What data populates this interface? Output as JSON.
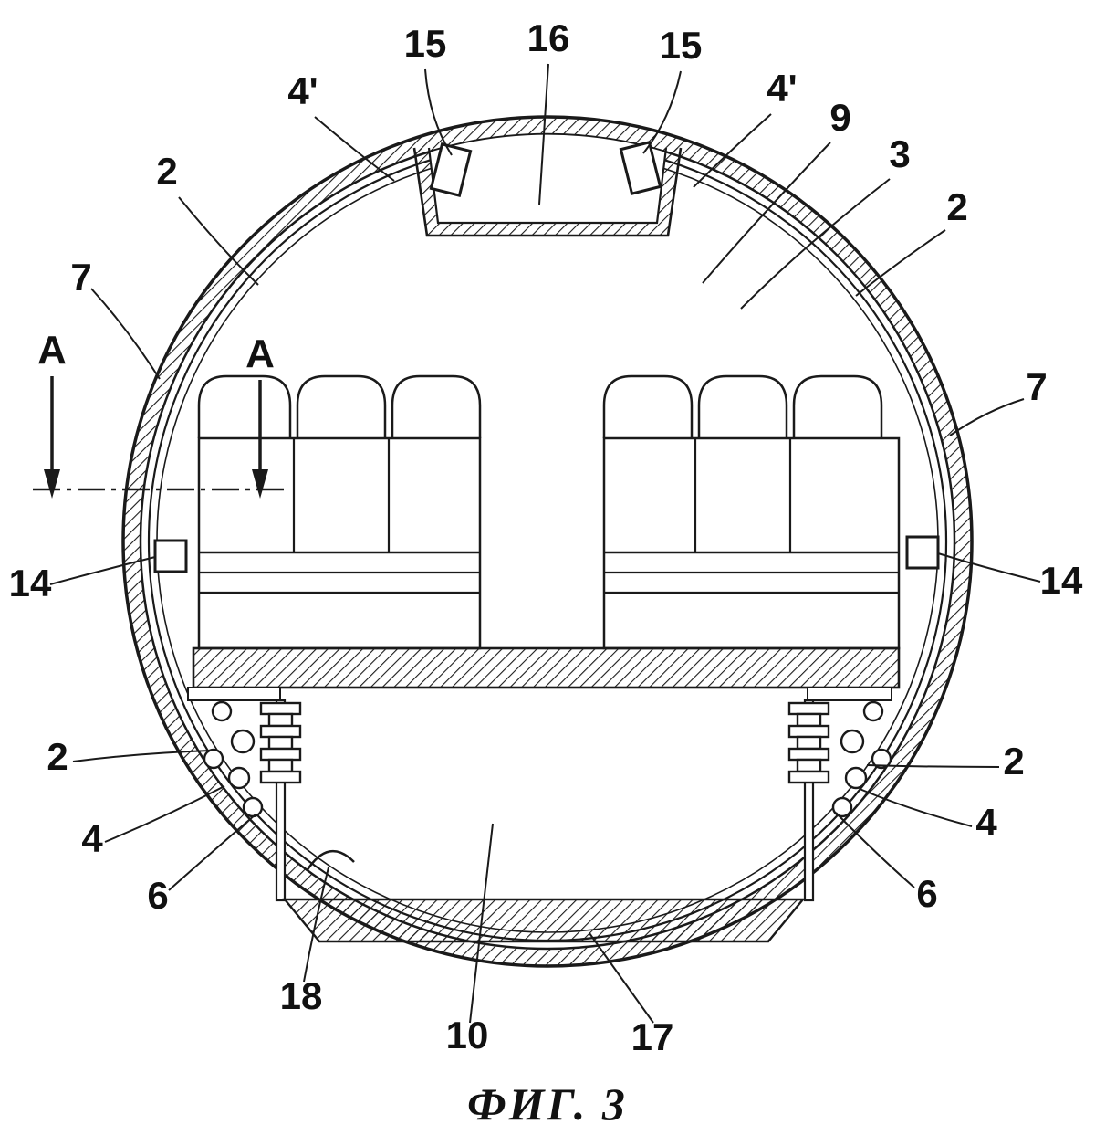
{
  "figure": {
    "caption": "ФИГ. 3"
  },
  "labels": {
    "ref_15_left": "15",
    "ref_16": "16",
    "ref_15_right": "15",
    "ref_4p_left": "4'",
    "ref_4p_right": "4'",
    "ref_9": "9",
    "ref_3": "3",
    "ref_2_top_left": "2",
    "ref_2_top_right": "2",
    "ref_7_left": "7",
    "ref_7_right": "7",
    "section_a_left": "A",
    "section_a_right": "A",
    "ref_14_left": "14",
    "ref_14_right": "14",
    "ref_2_bottom_left": "2",
    "ref_2_bottom_right": "2",
    "ref_4_bottom_left": "4",
    "ref_4_bottom_right": "4",
    "ref_6_left": "6",
    "ref_6_right": "6",
    "ref_18": "18",
    "ref_10": "10",
    "ref_17": "17"
  }
}
